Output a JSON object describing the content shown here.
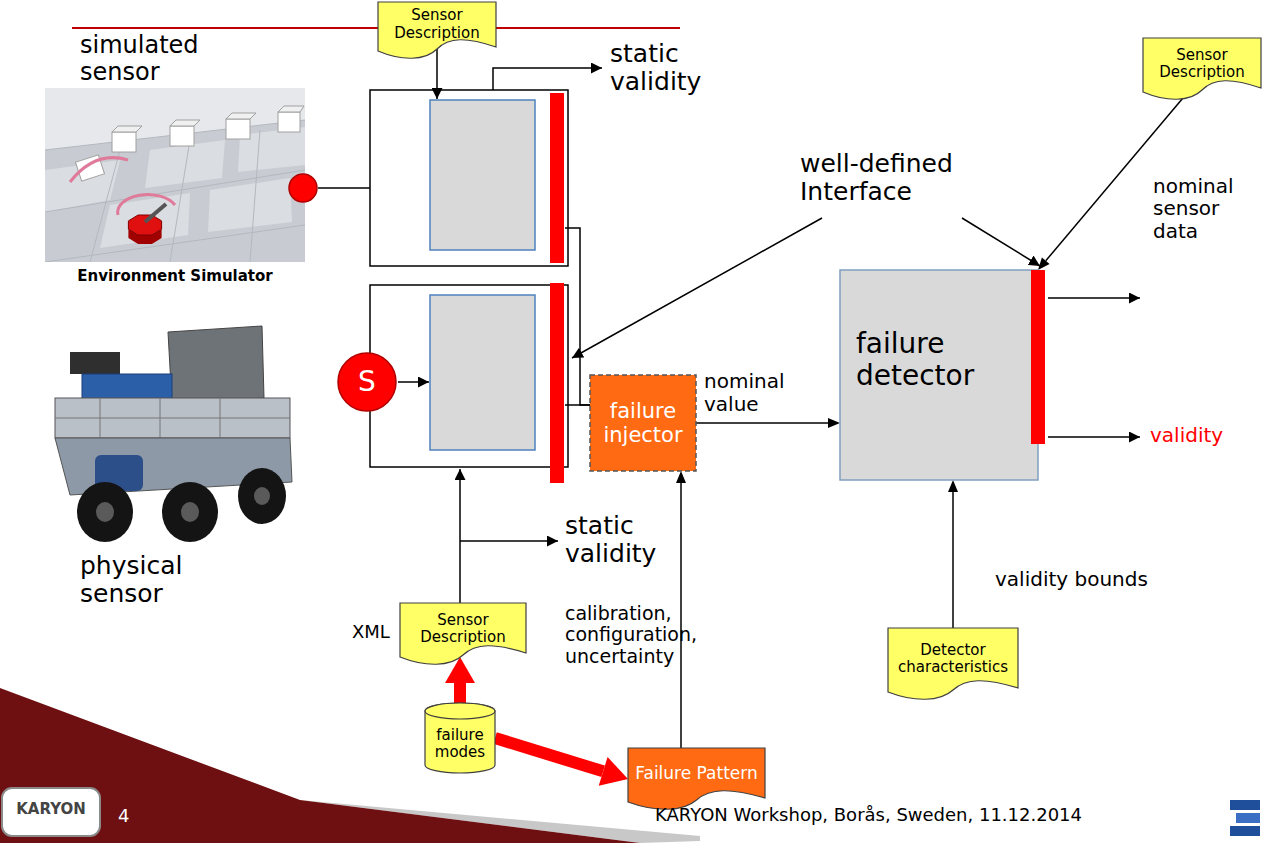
{
  "diagram": {
    "nodes": [
      {
        "text": [
          "Sensor Description"
        ]
      },
      {
        "text": [
          "Sensor Description"
        ]
      },
      {
        "text": [
          "S"
        ]
      },
      {
        "text": [
          "failure injector"
        ]
      },
      {
        "text": [
          "failure detector"
        ]
      },
      {
        "text": [
          "Sensor Description"
        ]
      },
      {
        "text": [
          "Detector characteristics"
        ]
      },
      {
        "text": [
          "failure modes"
        ]
      },
      {
        "text": [
          "Failure Pattern"
        ]
      }
    ],
    "edges": [
      {
        "from": 3,
        "to": 4,
        "arrow": "to",
        "label": "nominal value"
      },
      {
        "from": 8,
        "to": 3,
        "arrow": "to"
      },
      {
        "from": 7,
        "to": 5,
        "arrow": "to"
      },
      {
        "from": 7,
        "to": 8,
        "arrow": "to"
      },
      {
        "from": 6,
        "to": 4,
        "arrow": "to",
        "label": "validity bounds"
      },
      {
        "from": 1,
        "to": 4,
        "arrow": "to"
      }
    ],
    "labels": [
      "simulated sensor",
      "static validity",
      "Environment Simulator",
      "well-defined Interface",
      "physical sensor",
      "static validity",
      "XML",
      "calibration, configuration, uncertainty",
      "nominal sensor data",
      "validity",
      "KARYON",
      "4",
      "KARYON Workshop, Borås, Sweden, 11.12.2014"
    ]
  }
}
